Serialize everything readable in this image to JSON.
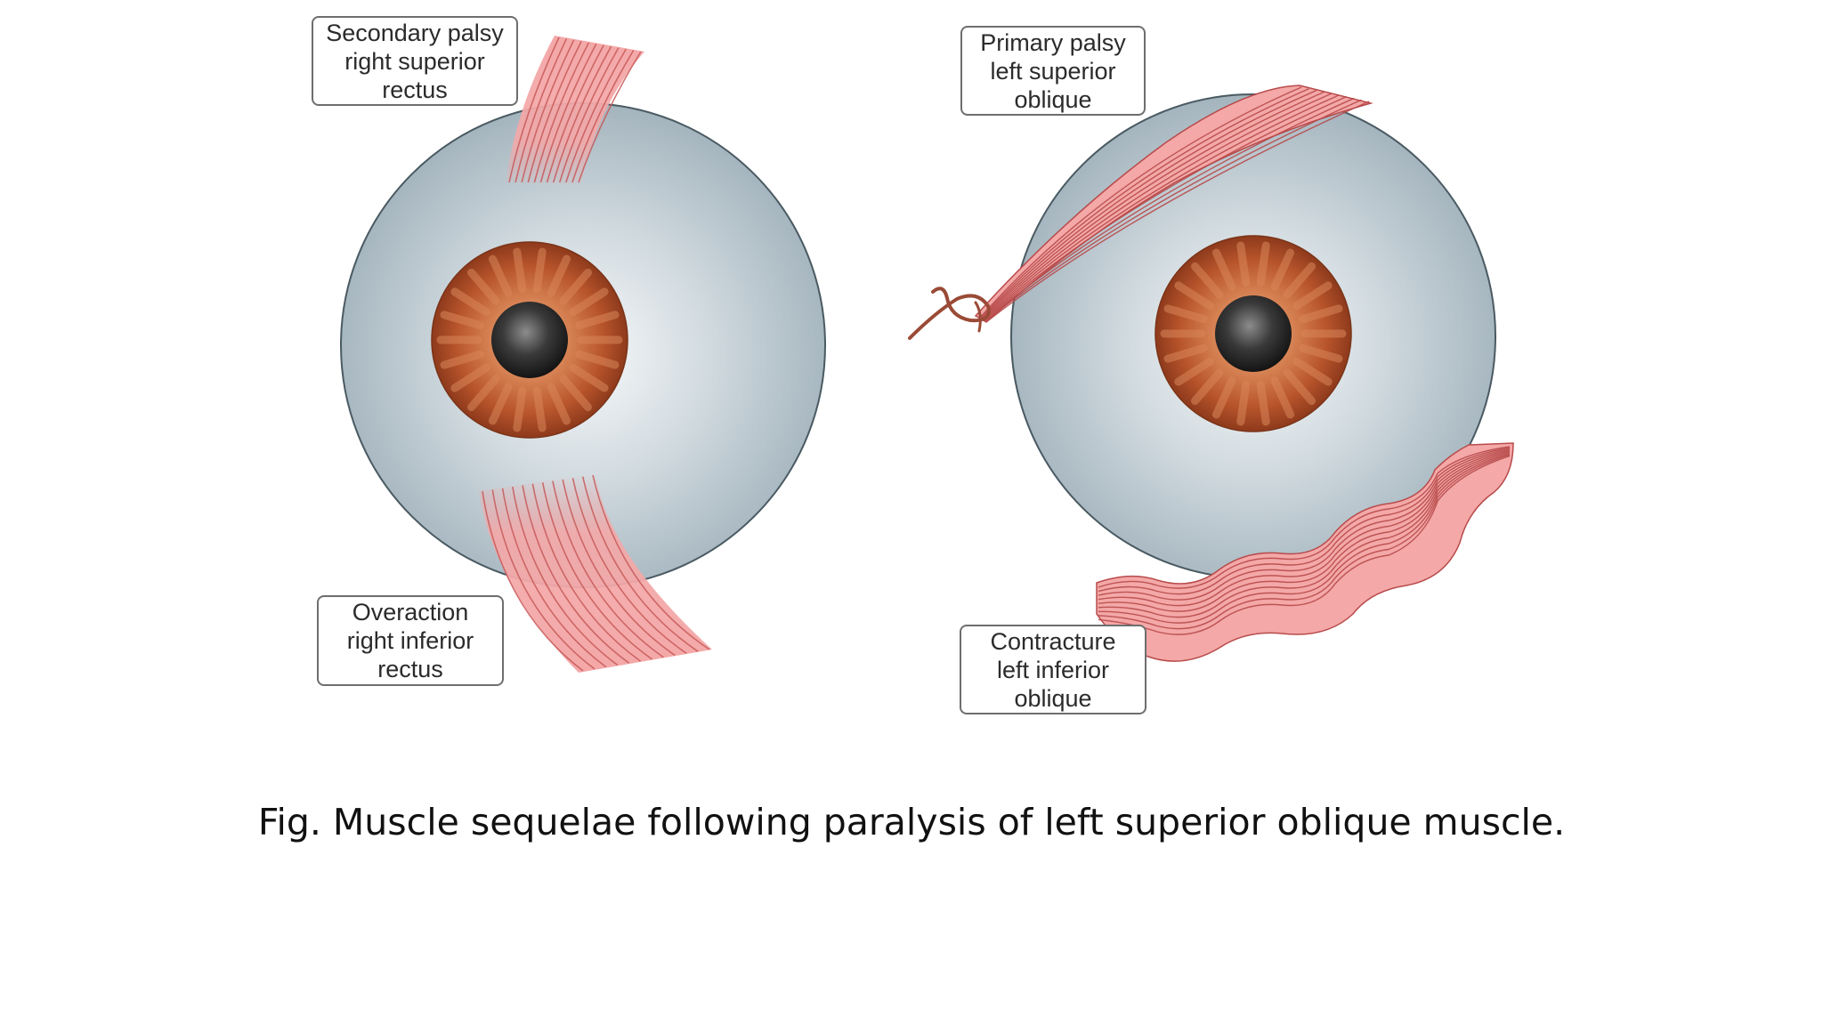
{
  "labels": {
    "secondary_palsy": {
      "line1": "Secondary palsy",
      "line2": "right superior",
      "line3": "rectus"
    },
    "primary_palsy": {
      "line1": "Primary palsy",
      "line2": "left superior",
      "line3": "oblique"
    },
    "overaction": {
      "line1": "Overaction",
      "line2": "right inferior",
      "line3": "rectus"
    },
    "contracture": {
      "line1": "Contracture",
      "line2": "left inferior",
      "line3": "oblique"
    }
  },
  "caption": "Fig. Muscle sequelae following paralysis of left superior oblique muscle.",
  "colors": {
    "muscle_fill": "#f4a8a8",
    "muscle_stroke": "#b84a4a",
    "iris": "#b8552c",
    "pupil": "#2a2a2a",
    "sclera": "#b4c2ca"
  }
}
